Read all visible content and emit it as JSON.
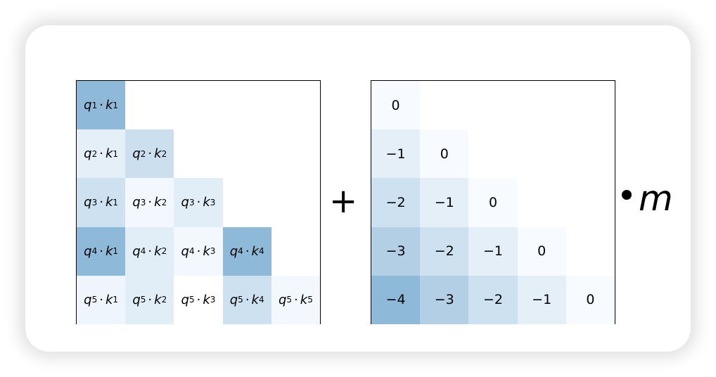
{
  "diagram": {
    "left_matrix": {
      "cells": [
        {
          "row": 0,
          "col": 0,
          "q": "1",
          "k": "1",
          "shade": 0.45
        },
        {
          "row": 1,
          "col": 0,
          "q": "2",
          "k": "1",
          "shade": 0.08
        },
        {
          "row": 1,
          "col": 1,
          "q": "2",
          "k": "2",
          "shade": 0.19
        },
        {
          "row": 2,
          "col": 0,
          "q": "3",
          "k": "1",
          "shade": 0.18
        },
        {
          "row": 2,
          "col": 1,
          "q": "3",
          "k": "2",
          "shade": 0.02
        },
        {
          "row": 2,
          "col": 2,
          "q": "3",
          "k": "3",
          "shade": 0.09
        },
        {
          "row": 3,
          "col": 0,
          "q": "4",
          "k": "1",
          "shade": 0.45
        },
        {
          "row": 3,
          "col": 1,
          "q": "4",
          "k": "2",
          "shade": 0.09
        },
        {
          "row": 3,
          "col": 2,
          "q": "4",
          "k": "3",
          "shade": 0.02
        },
        {
          "row": 3,
          "col": 3,
          "q": "4",
          "k": "4",
          "shade": 0.45
        },
        {
          "row": 4,
          "col": 0,
          "q": "5",
          "k": "1",
          "shade": 0.04
        },
        {
          "row": 4,
          "col": 1,
          "q": "5",
          "k": "2",
          "shade": 0.09
        },
        {
          "row": 4,
          "col": 2,
          "q": "5",
          "k": "3",
          "shade": 0.0
        },
        {
          "row": 4,
          "col": 3,
          "q": "5",
          "k": "4",
          "shade": 0.18
        },
        {
          "row": 4,
          "col": 4,
          "q": "5",
          "k": "5",
          "shade": 0.02
        }
      ]
    },
    "plus_symbol": "+",
    "right_matrix": {
      "cells": [
        {
          "row": 0,
          "col": 0,
          "value": "0",
          "shade": 0.0
        },
        {
          "row": 1,
          "col": 0,
          "value": "−1",
          "shade": 0.08
        },
        {
          "row": 1,
          "col": 1,
          "value": "0",
          "shade": 0.0
        },
        {
          "row": 2,
          "col": 0,
          "value": "−2",
          "shade": 0.18
        },
        {
          "row": 2,
          "col": 1,
          "value": "−1",
          "shade": 0.08
        },
        {
          "row": 2,
          "col": 2,
          "value": "0",
          "shade": 0.0
        },
        {
          "row": 3,
          "col": 0,
          "value": "−3",
          "shade": 0.3
        },
        {
          "row": 3,
          "col": 1,
          "value": "−2",
          "shade": 0.18
        },
        {
          "row": 3,
          "col": 2,
          "value": "−1",
          "shade": 0.08
        },
        {
          "row": 3,
          "col": 3,
          "value": "0",
          "shade": 0.0
        },
        {
          "row": 4,
          "col": 0,
          "value": "−4",
          "shade": 0.45
        },
        {
          "row": 4,
          "col": 1,
          "value": "−3",
          "shade": 0.3
        },
        {
          "row": 4,
          "col": 2,
          "value": "−2",
          "shade": 0.18
        },
        {
          "row": 4,
          "col": 3,
          "value": "−1",
          "shade": 0.08
        },
        {
          "row": 4,
          "col": 4,
          "value": "0",
          "shade": 0.0
        }
      ]
    },
    "scale_symbol": "m",
    "colors": {
      "low": "#f7fbff",
      "high": "#8fb9d9",
      "border": "#000000"
    }
  }
}
